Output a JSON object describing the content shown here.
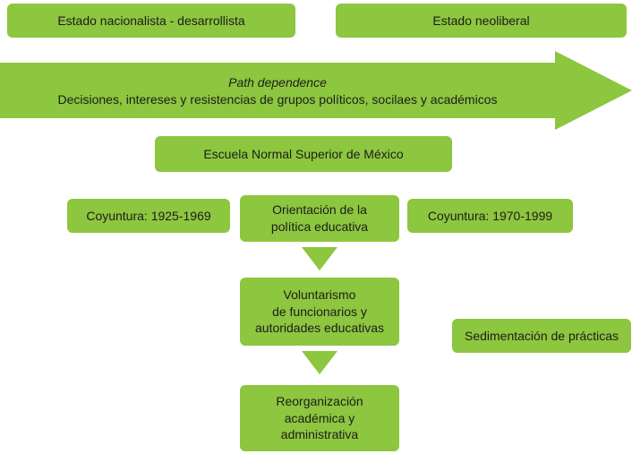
{
  "colors": {
    "green": "#8dc63f",
    "text": "#1d1d1b",
    "background": "#ffffff"
  },
  "top_row": {
    "estado_nacionalista": "Estado nacionalista - desarrollista",
    "estado_neoliberal": "Estado neoliberal"
  },
  "arrow": {
    "title": "Path dependence",
    "subtitle": "Decisiones, intereses y resistencias de grupos políticos, socilaes y académicos"
  },
  "nodes": {
    "escuela": "Escuela Normal Superior de México",
    "coyuntura_left": "Coyuntura: 1925-1969",
    "orientacion": "Orientación de la\npolítica educativa",
    "coyuntura_right": "Coyuntura: 1970-1999",
    "voluntarismo": "Voluntarismo\nde funcionarios y\nautoridades educativas",
    "sedimentacion": "Sedimentación de prácticas",
    "reorganizacion": "Reorganización\nacadémica y\nadministrativa"
  }
}
